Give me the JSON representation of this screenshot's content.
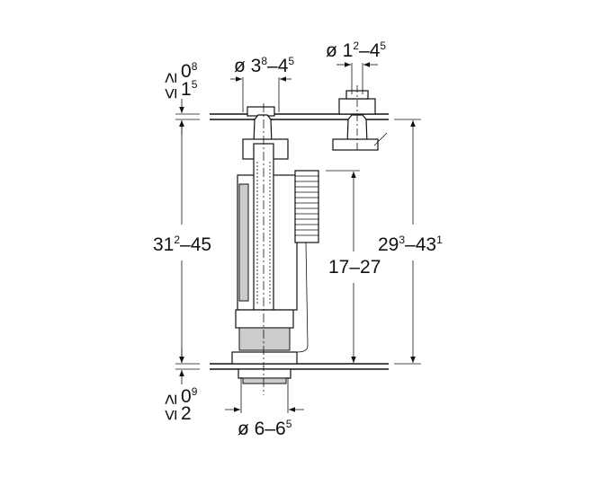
{
  "dimensions": {
    "top_offset": {
      "symbols": "≤ ≥",
      "a": "0",
      "a_sup": "8",
      "b": "1",
      "b_sup": "5"
    },
    "bottom_offset": {
      "symbols": "≤ ≥",
      "a": "0",
      "a_sup": "9",
      "b": "2"
    },
    "dia_overflow": {
      "prefix": "ø 3",
      "sup1": "8",
      "mid": "–4",
      "sup2": "5"
    },
    "dia_actuator": {
      "prefix": "ø 1",
      "sup1": "2",
      "mid": "–4",
      "sup2": "5"
    },
    "dia_outlet": {
      "prefix": "ø 6–6",
      "sup1": "5"
    },
    "height_total": {
      "prefix": "31",
      "sup1": "2",
      "mid": "–45"
    },
    "height_inner": {
      "text": "17–27"
    },
    "height_right": {
      "prefix": "29",
      "sup1": "3",
      "mid": "–43",
      "sup2": "1"
    }
  }
}
